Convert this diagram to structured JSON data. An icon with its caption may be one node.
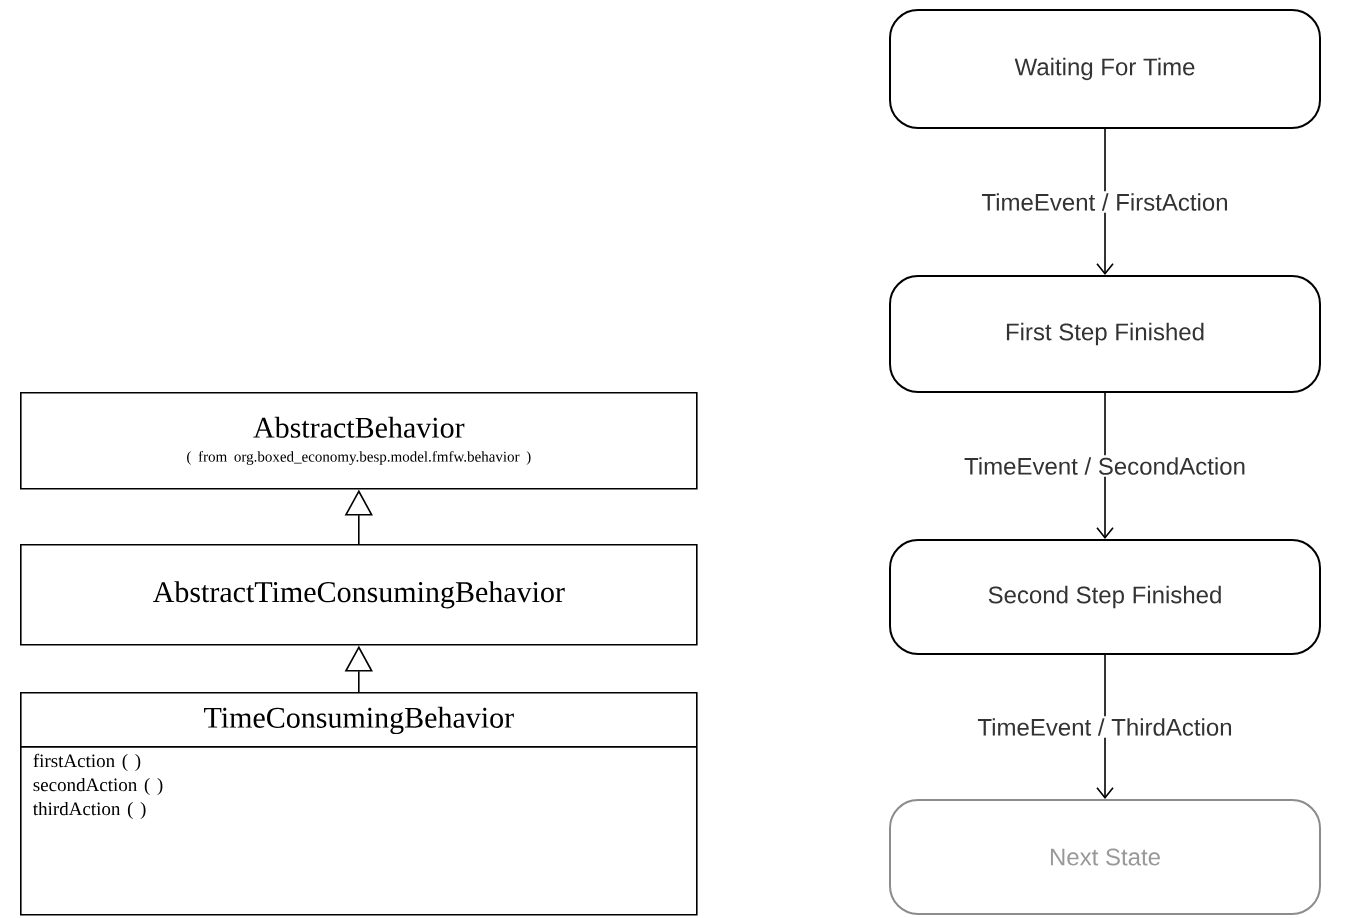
{
  "diagram": {
    "nodes": [
      {
        "text": [
          "AbstractBehavior",
          "( from org.boxed_economy.besp.model.fmfw.behavior )"
        ]
      },
      {
        "text": [
          "AbstractTimeConsumingBehavior"
        ]
      },
      {
        "text": [
          "TimeConsumingBehavior",
          "firstAction ( )",
          "secondAction ( )",
          "thirdAction ( )"
        ]
      },
      {
        "text": [
          "Waiting For Time"
        ]
      },
      {
        "text": [
          "First Step Finished"
        ]
      },
      {
        "text": [
          "Second Step Finished"
        ]
      },
      {
        "text": [
          "Next State"
        ]
      }
    ],
    "edges": [
      {
        "from": 1,
        "to": 0,
        "arrow": "to"
      },
      {
        "from": 2,
        "to": 1,
        "arrow": "to"
      },
      {
        "from": 3,
        "to": 4,
        "arrow": "to",
        "label": "TimeEvent / FirstAction"
      },
      {
        "from": 4,
        "to": 5,
        "arrow": "to",
        "label": "TimeEvent / SecondAction"
      },
      {
        "from": 5,
        "to": 6,
        "arrow": "to",
        "label": "TimeEvent / ThirdAction"
      }
    ]
  }
}
